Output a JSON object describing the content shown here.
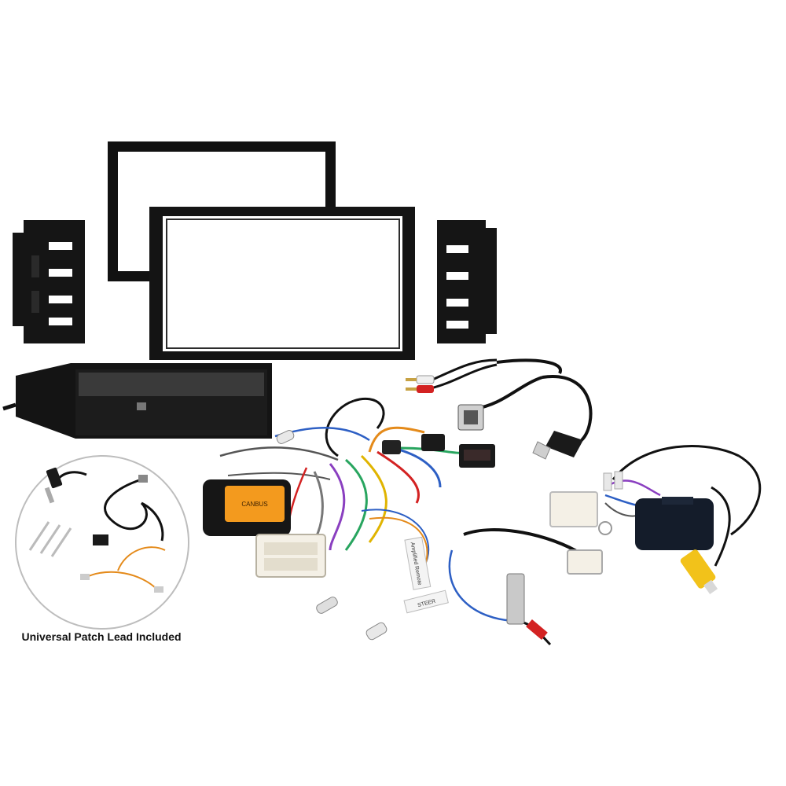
{
  "image": {
    "subject": "car stereo installation kit",
    "colors": {
      "plastic": "#111111",
      "gloss": "#3a3a3a",
      "module_label": "#f39a1e",
      "connector_white": "#f4f0e6",
      "rca_red": "#d32222",
      "rca_white": "#f0f0f0",
      "rca_yellow": "#f2c21a",
      "circle_border": "#bdbdbd"
    }
  },
  "inset": {
    "caption": "Universal Patch Lead Included"
  },
  "labels": {
    "module_text": "CANBUS",
    "tag_amplified": "Amplified Remote",
    "tag_steer": "STEER"
  }
}
